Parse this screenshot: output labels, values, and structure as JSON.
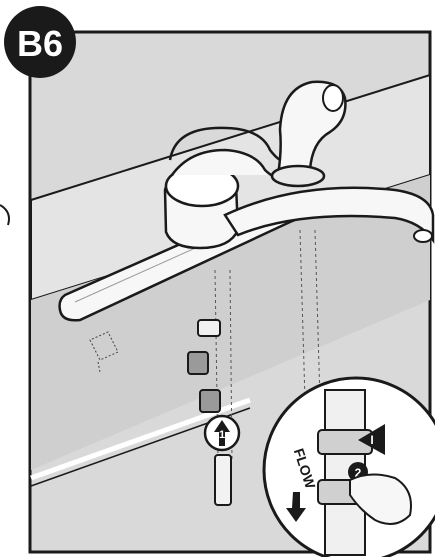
{
  "step_badge": {
    "label": "B6"
  },
  "callouts": {
    "step1_label": "1",
    "step2_label": "2",
    "flow_label": "FLOW"
  },
  "colors": {
    "background": "#d9d9d9",
    "frame": "#1a1a1a",
    "badge_fill": "#1a1a1a",
    "badge_text": "#ffffff",
    "surface": "#ececec",
    "faucet_fill": "#f7f7f7"
  },
  "icons": [
    "step-badge",
    "step-1-marker",
    "flow-arrow",
    "connector-arrow-icon",
    "hand-icon"
  ]
}
